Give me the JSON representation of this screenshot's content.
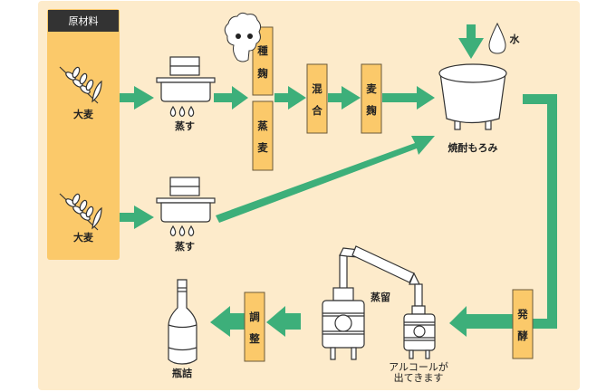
{
  "diagram": {
    "title": "焼酎の製造工程",
    "colors": {
      "background": "#fdebcb",
      "raw_column": "#fbc96a",
      "header": "#333333",
      "step_box": "#fbc96a",
      "step_border": "#6b5a3a",
      "arrow": "#3daf7a",
      "outline": "#333333"
    },
    "raw_materials": {
      "header": "原材料",
      "items": [
        {
          "label": "大麦",
          "icon": "barley-icon"
        },
        {
          "label": "大麦",
          "icon": "barley-icon"
        }
      ]
    },
    "steaming": [
      {
        "label": "蒸す",
        "icon": "steamer-icon"
      },
      {
        "label": "蒸す",
        "icon": "steamer-icon"
      }
    ],
    "steps": {
      "seed_koji": {
        "chars": [
          "種",
          "麹"
        ]
      },
      "steamed_barley": {
        "chars": [
          "蒸",
          "麦"
        ]
      },
      "mixing": {
        "chars": [
          "混",
          "合"
        ]
      },
      "barley_koji": {
        "chars": [
          "麦",
          "麹"
        ]
      },
      "fermentation": {
        "chars": [
          "発",
          "酵"
        ]
      },
      "adjustment": {
        "chars": [
          "調",
          "整"
        ]
      }
    },
    "water": {
      "label": "水",
      "icon": "water-drop-icon"
    },
    "moromi": {
      "label": "焼酎もろみ",
      "icon": "tank-icon"
    },
    "distillation": {
      "label": "蒸留",
      "icon": "still-icon"
    },
    "alcohol_out": {
      "line1": "アルコールが",
      "line2": "出てきます"
    },
    "bottling": {
      "label": "瓶詰",
      "icon": "bottle-icon"
    }
  }
}
